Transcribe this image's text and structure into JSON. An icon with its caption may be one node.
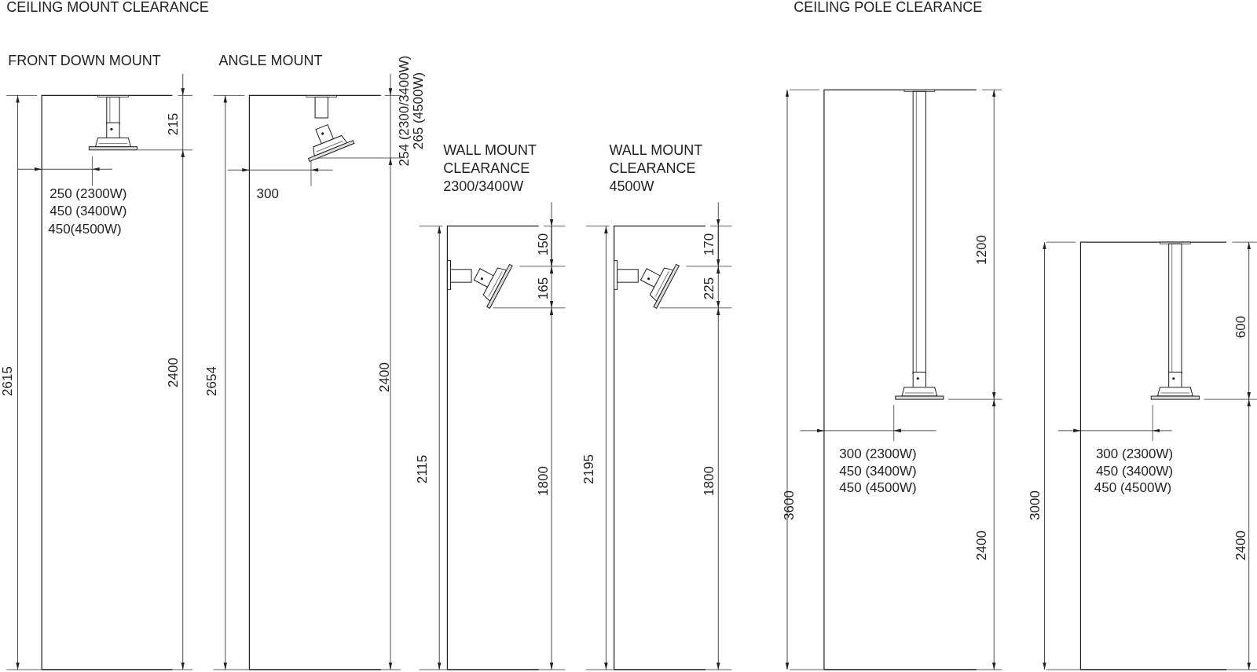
{
  "diagram": {
    "labels": [
      "CEILING MOUNT CLEARANCE",
      "CEILING POLE CLEARANCE",
      "FRONT DOWN MOUNT",
      "ANGLE MOUNT",
      "254 (2300/3400W)",
      "265 (4500W)",
      "WALL MOUNT CLEARANCE 2300/3400W",
      "WALL MOUNT CLEARANCE 4500W",
      "215",
      "250 (2300W)",
      "450 (3400W)",
      "450(4500W)",
      "300",
      "150",
      "170",
      "165",
      "225",
      "1200",
      "600",
      "2615",
      "2400",
      "2654",
      "2400",
      "2115",
      "1800",
      "2195",
      "1800",
      "300 (2300W)",
      "450 (3400W)",
      "450 (4500W)",
      "300 (2300W)",
      "450 (3400W)",
      "450 (4500W)",
      "3600",
      "2400",
      "3000",
      "2400"
    ]
  }
}
